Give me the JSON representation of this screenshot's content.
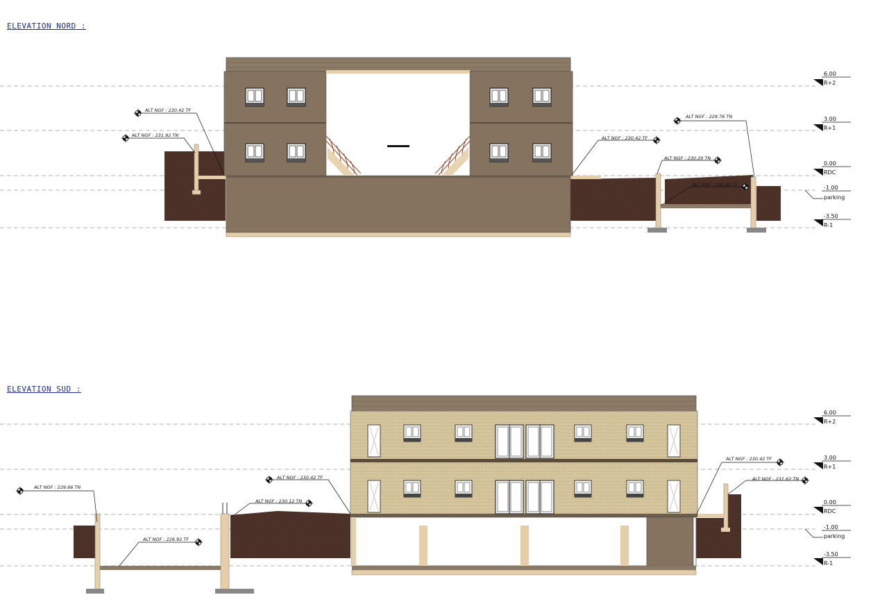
{
  "titles": {
    "nord": "ELEVATION NORD :",
    "sud": "ELEVATION SUD :"
  },
  "levels": [
    {
      "value": "6.00",
      "name": "R+2"
    },
    {
      "value": "3.00",
      "name": "R+1"
    },
    {
      "value": "0.00",
      "name": "RDC"
    },
    {
      "value": "-1.00",
      "name": "parking"
    },
    {
      "value": "-3.50",
      "name": "R-1"
    }
  ],
  "nord_annotations": [
    "ALT NGF : 230.42 TF",
    "ALT NGF : 231.92 TN",
    "ALT NGF : 229.76 TN",
    "ALT NGF : 230.42 TF",
    "ALT NGF : 230.20 TN",
    "ALT NGF : 226.50 TF"
  ],
  "sud_annotations": [
    "ALT NGF : 229.66 TN",
    "ALT NGF : 230.42 TF",
    "ALT NGF : 230.12 TN",
    "ALT NGF : 226.92 TF",
    "ALT NGF : 230.42 TF",
    "ALT NGF : 231.62 TN"
  ],
  "colors": {
    "facade_nord": "#85735f",
    "facade_sud": "#d9c9a0",
    "ground": "#4a2f27",
    "roof": "#8a7a66",
    "timber": "#e6cfa8",
    "title": "#1a2a8a"
  }
}
